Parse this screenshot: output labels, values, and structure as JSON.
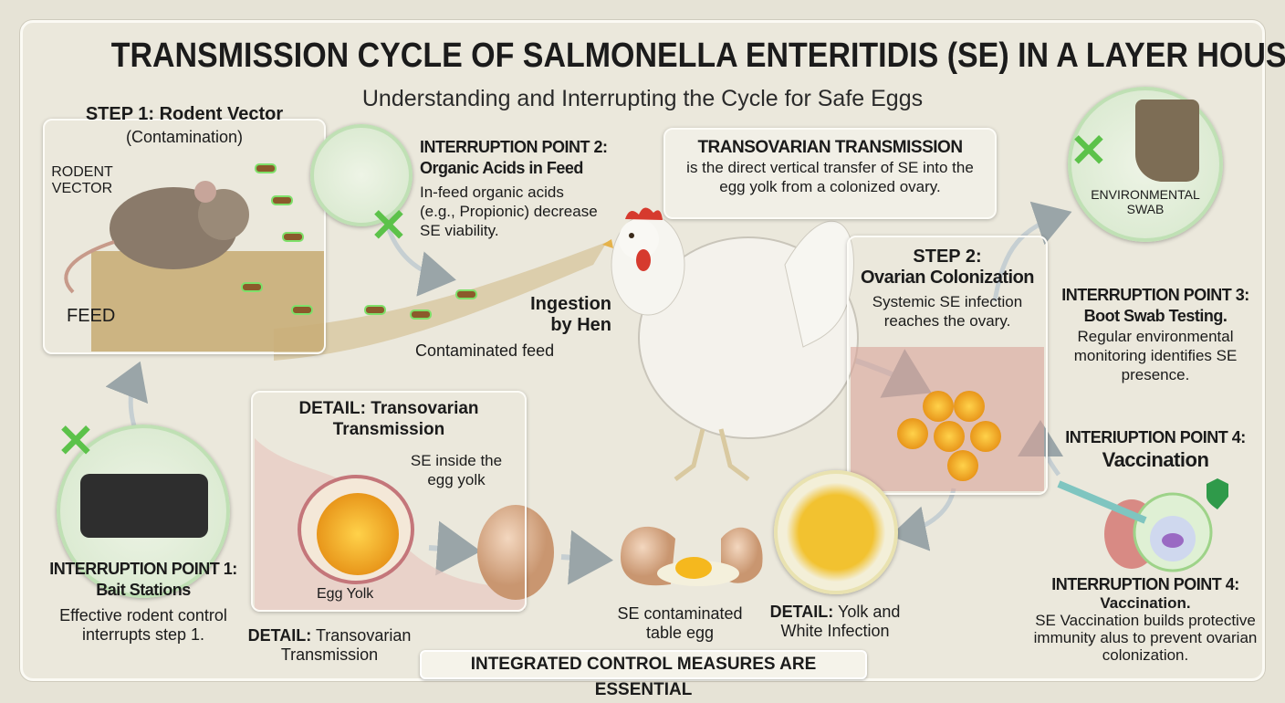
{
  "header": {
    "title": "TRANSMISSION CYCLE OF SALMONELLA ENTERITIDIS (SE) IN A LAYER HOUSE",
    "subtitle": "Understanding and Interrupting the Cycle for Safe Eggs"
  },
  "step1": {
    "title": "STEP 1: Rodent Vector",
    "subtitle": "(Contamination)",
    "rodent_label": "RODENT VECTOR",
    "feed_label": "FEED"
  },
  "interruption2": {
    "title": "INTERRUPTION POINT 2:",
    "subtitle": "Organic Acids in Feed",
    "body": "In-feed organic acids (e.g., Propionic) decrease SE viability."
  },
  "ingestion": {
    "label": "Ingestion by Hen",
    "feed_label": "Contaminated feed"
  },
  "transovarian": {
    "title": "TRANSOVARIAN TRANSMISSION",
    "body": "is the direct vertical transfer of SE into the egg yolk from a colonized ovary."
  },
  "swab": {
    "label": "ENVIRONMENTAL SWAB"
  },
  "interruption3": {
    "title": "INTERRUPTION POINT 3:",
    "subtitle": "Boot Swab Testing.",
    "body": "Regular environmental monitoring identifies SE presence."
  },
  "step2": {
    "title": "STEP 2:",
    "subtitle": "Ovarian Colonization",
    "body": "Systemic SE infection reaches the ovary."
  },
  "interruption4a": {
    "title": "INTERIUPTION POINT 4:",
    "subtitle": "Vaccination"
  },
  "interruption4b": {
    "title": "INTERRUPTION POINT 4:",
    "subtitle": "Vaccination.",
    "body": "SE Vaccination builds protective immunity alus to prevent ovarian colonization."
  },
  "detail1": {
    "title": "DETAIL: Transovarian Transmission",
    "se_label": "SE inside the egg yolk",
    "yolk_label": "Egg Yolk",
    "caption_bold": "DETAIL:",
    "caption": "Transovarian Transmission"
  },
  "interruption1": {
    "title": "INTERRUPTION POINT 1:",
    "subtitle": "Bait Stations",
    "body": "Effective rodent control interrupts step 1."
  },
  "egg": {
    "label": "SE contaminated table egg"
  },
  "detail2": {
    "caption_bold": "DETAIL:",
    "caption": "Yolk and White Infection"
  },
  "footer": {
    "banner": "INTEGRATED CONTROL MEASURES ARE ESSENTIAL"
  },
  "colors": {
    "background": "#ebe8dc",
    "x_mark": "#5cc24a",
    "bacteria": "#8b5a2b",
    "yolk": "#f3b21c"
  }
}
